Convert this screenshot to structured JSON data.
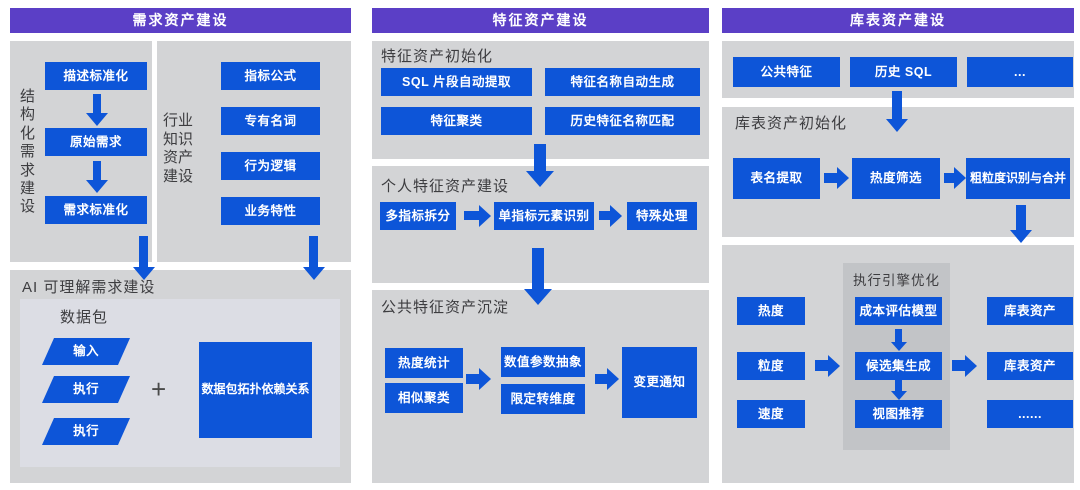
{
  "colors": {
    "header_purple": "#5B3FC6",
    "box_blue": "#0D55D8",
    "panel_gray": "#D3D4D6",
    "inner_panel_gray": "#DCDDE4",
    "engine_panel_gray": "#C2C4C7"
  },
  "col1": {
    "header": "需求资产建设",
    "structured": {
      "vlabel": "结构化需求建设",
      "boxes": [
        "描述标准化",
        "原始需求",
        "需求标准化"
      ]
    },
    "industry": {
      "vlabel": "行业知识资产建设",
      "boxes": [
        "指标公式",
        "专有名词",
        "行为逻辑",
        "业务特性"
      ]
    },
    "ai": {
      "title": "AI 可理解需求建设",
      "package_label": "数据包",
      "flow_items": [
        "输入",
        "执行",
        "执行"
      ],
      "plus": "+",
      "topology_box": "数据包拓扑依赖关系"
    }
  },
  "col2": {
    "header": "特征资产建设",
    "init": {
      "title": "特征资产初始化",
      "boxes": [
        "SQL 片段自动提取",
        "特征名称自动生成",
        "特征聚类",
        "历史特征名称匹配"
      ]
    },
    "personal": {
      "title": "个人特征资产建设",
      "boxes": [
        "多指标拆分",
        "单指标元素识别",
        "特殊处理"
      ]
    },
    "common": {
      "title": "公共特征资产沉淀",
      "left_boxes": [
        "热度统计",
        "相似聚类"
      ],
      "mid_boxes": [
        "数值参数抽象",
        "限定转维度"
      ],
      "result_box": "变更通知"
    }
  },
  "col3": {
    "header": "库表资产建设",
    "sources": [
      "公共特征",
      "历史 SQL",
      "..."
    ],
    "init": {
      "title": "库表资产初始化",
      "boxes": [
        "表名提取",
        "热度筛选",
        "粗粒度识别与合并"
      ]
    },
    "opt": {
      "inputs": [
        "热度",
        "粒度",
        "速度"
      ],
      "engine_title": "执行引擎优化",
      "engine_boxes": [
        "成本评估模型",
        "候选集生成",
        "视图推荐"
      ],
      "outputs": [
        "库表资产",
        "库表资产",
        "......"
      ]
    }
  }
}
